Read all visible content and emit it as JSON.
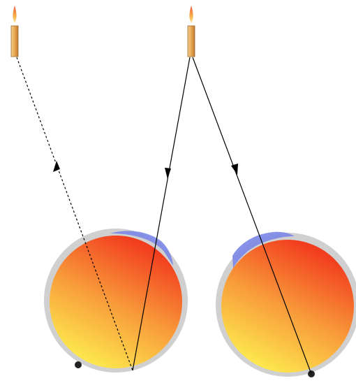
{
  "diagram": {
    "kind": "optics-ray-diagram",
    "objects": [
      {
        "name": "virtual-candle-image",
        "style": "candle"
      },
      {
        "name": "real-candle",
        "style": "candle"
      }
    ],
    "eyes": [
      {
        "name": "left-eye",
        "retina_gradient": [
          "#f23d1e",
          "#f89a3a",
          "#fde84e"
        ],
        "cornea_color": "#7a86e6"
      },
      {
        "name": "right-eye",
        "retina_gradient": [
          "#f23d1e",
          "#f89a3a",
          "#fde84e"
        ],
        "cornea_color": "#7a86e6"
      }
    ],
    "rays": [
      {
        "name": "virtual-ray",
        "style": "dashed"
      },
      {
        "name": "incident-ray-left-eye",
        "style": "solid"
      },
      {
        "name": "incident-ray-right-eye",
        "style": "solid"
      }
    ],
    "colors": {
      "sclera": "#d0d0d0",
      "ray": "#000000",
      "flame": "#f2a23a",
      "candle_body": "#e7a855"
    }
  }
}
